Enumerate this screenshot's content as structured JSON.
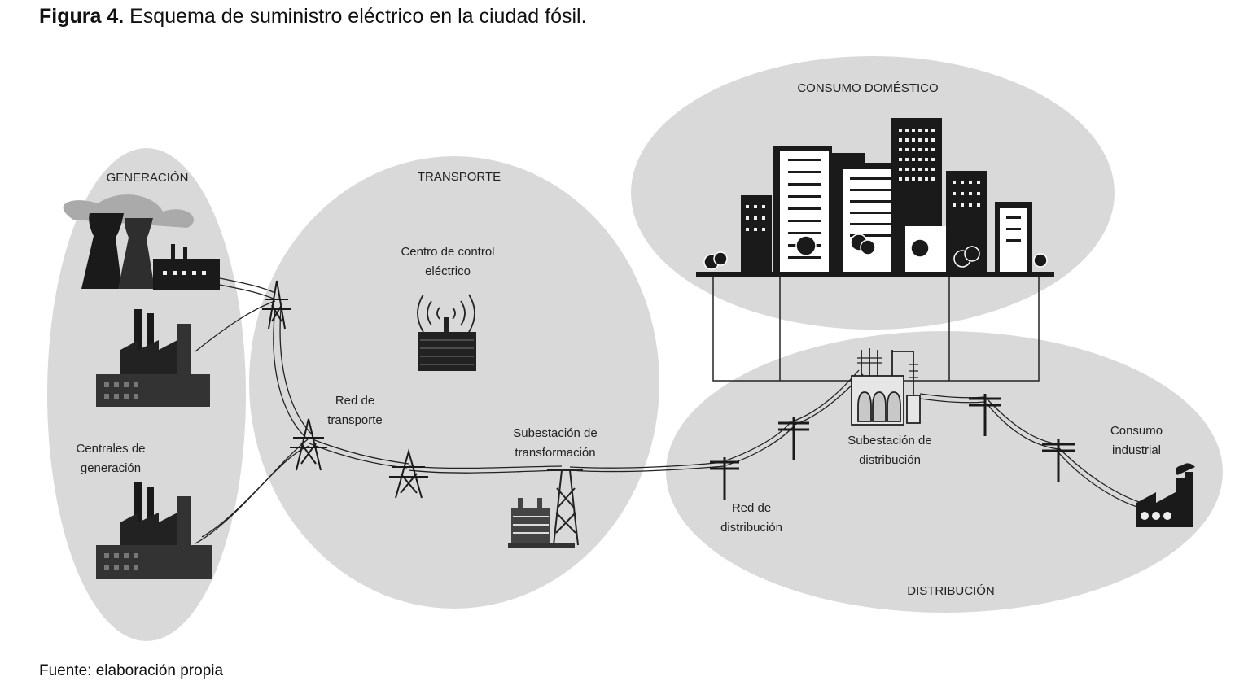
{
  "caption": {
    "bold": "Figura 4.",
    "text": " Esquema de suministro eléctrico en la ciudad fósil."
  },
  "source": "Fuente: elaboración propia",
  "labels": {
    "generacion": "GENERACIÓN",
    "transporte": "TRANSPORTE",
    "consumo_domestico": "CONSUMO DOMÉSTICO",
    "distribucion": "DISTRIBUCIÓN",
    "centrales_1": "Centrales de",
    "centrales_2": "generación",
    "centro_control_1": "Centro de control",
    "centro_control_2": "eléctrico",
    "red_transporte_1": "Red de",
    "red_transporte_2": "transporte",
    "subestacion_transf_1": "Subestación de",
    "subestacion_transf_2": "transformación",
    "red_distribucion_1": "Red de",
    "red_distribucion_2": "distribución",
    "subestacion_dist_1": "Subestación de",
    "subestacion_dist_2": "distribución",
    "consumo_industrial_1": "Consumo",
    "consumo_industrial_2": "industrial"
  },
  "colors": {
    "zone": "#d9d9d9",
    "icon": "#1a1a1a",
    "icon_mid": "#3c3c3c"
  }
}
